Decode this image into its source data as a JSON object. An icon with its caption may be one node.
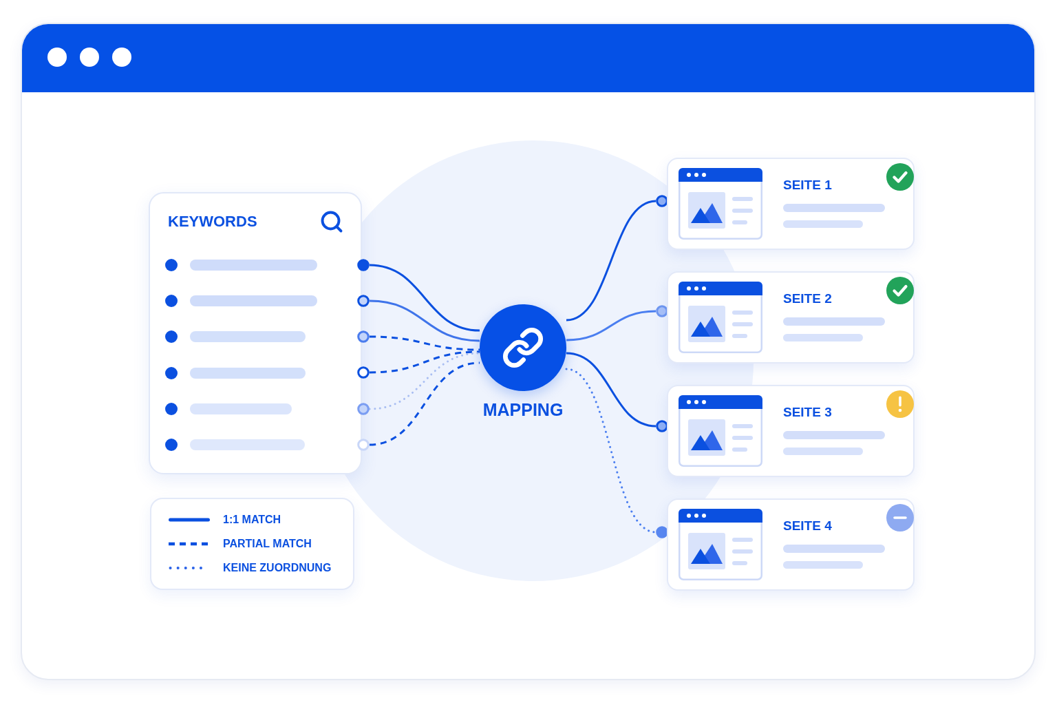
{
  "diagram": {
    "nodes": [
      {
        "text": [
          "KEYWORDS"
        ]
      },
      {
        "text": [],
        "shape": "circle"
      },
      {
        "text": [],
        "shape": "circle"
      },
      {
        "text": [],
        "shape": "circle"
      },
      {
        "text": [],
        "shape": "circle"
      },
      {
        "text": [],
        "shape": "circle"
      },
      {
        "text": [],
        "shape": "circle"
      },
      {
        "text": [
          "MAPPING"
        ]
      },
      {
        "text": [],
        "shape": "circle"
      },
      {
        "text": [],
        "shape": "circle"
      },
      {
        "text": [],
        "shape": "circle"
      },
      {
        "text": [],
        "shape": "circle"
      },
      {
        "text": [
          "SEITE 1"
        ]
      },
      {
        "text": [
          "SEITE 2"
        ]
      },
      {
        "text": [
          "SEITE 3"
        ]
      },
      {
        "text": [
          "SEITE 4"
        ]
      }
    ],
    "edges": [
      {
        "from": 1,
        "to": 7,
        "arrow": "none"
      },
      {
        "from": 2,
        "to": 7,
        "arrow": "none",
        "color": "#3f74ea"
      },
      {
        "from": 3,
        "to": 7,
        "arrow": "none",
        "style": "dashed"
      },
      {
        "from": 4,
        "to": 7,
        "arrow": "none",
        "style": "dashed"
      },
      {
        "from": 5,
        "to": 7,
        "arrow": "none",
        "style": "dashed",
        "color": "#a9bef2"
      },
      {
        "from": 6,
        "to": 7,
        "arrow": "none",
        "style": "dashed"
      },
      {
        "from": 7,
        "to": 8,
        "arrow": "none"
      },
      {
        "from": 7,
        "to": 9,
        "arrow": "none",
        "color": "#4a7ef0"
      },
      {
        "from": 7,
        "to": 10,
        "arrow": "none"
      },
      {
        "from": 7,
        "to": 11,
        "arrow": "none",
        "style": "dashed",
        "color": "#4a7ef0"
      }
    ],
    "legend": [
      {
        "text": "1:1 MATCH"
      },
      {
        "text": "PARTIAL MATCH"
      },
      {
        "text": "KEINE ZUORDNUNG"
      }
    ]
  }
}
